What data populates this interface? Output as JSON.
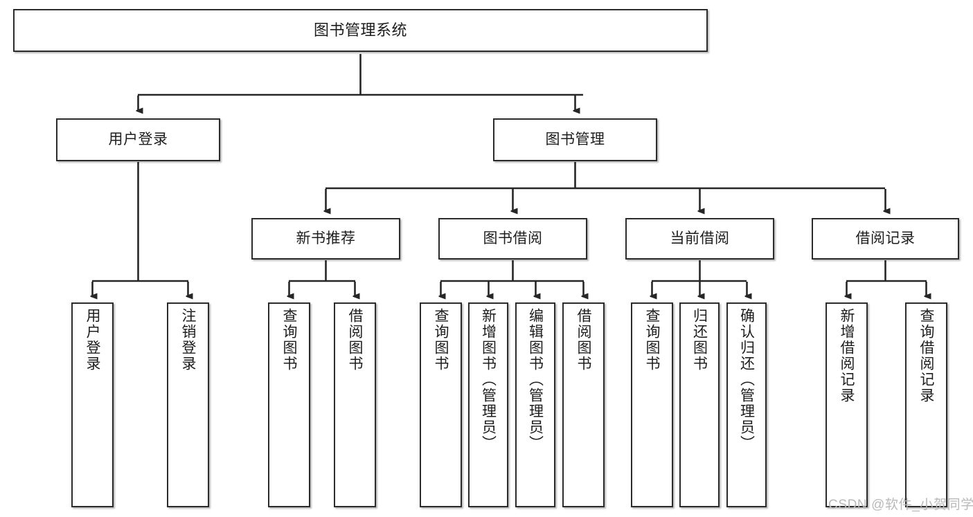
{
  "diagram": {
    "title": "图书管理系统",
    "type": "hierarchy-tree",
    "watermark": "CSDN @软件_小贺同学",
    "colors": {
      "box_border": "#2b2b2b",
      "box_fill": "#ffffff",
      "connector": "#262626",
      "text": "#1d1d1d",
      "watermark": "#b9b9b9"
    },
    "nodes": {
      "root": {
        "label": "图书管理系统"
      },
      "level1": [
        {
          "id": "user-login",
          "label": "用户登录"
        },
        {
          "id": "book-manage",
          "label": "图书管理"
        }
      ],
      "level2": [
        {
          "id": "new-book-rec",
          "label": "新书推荐"
        },
        {
          "id": "book-borrow",
          "label": "图书借阅"
        },
        {
          "id": "current-borrow",
          "label": "当前借阅"
        },
        {
          "id": "borrow-record",
          "label": "借阅记录"
        }
      ],
      "leaves": {
        "user-login": [
          {
            "id": "leaf-user-login",
            "label": "用户登录"
          },
          {
            "id": "leaf-logout",
            "label": "注销登录"
          }
        ],
        "new-book-rec": [
          {
            "id": "leaf-query-book-1",
            "label": "查询图书"
          },
          {
            "id": "leaf-borrow-book-1",
            "label": "借阅图书"
          }
        ],
        "book-borrow": [
          {
            "id": "leaf-query-book-2",
            "label": "查询图书"
          },
          {
            "id": "leaf-add-book",
            "label": "新增图书（管理员）"
          },
          {
            "id": "leaf-edit-book",
            "label": "编辑图书（管理员）"
          },
          {
            "id": "leaf-borrow-book-2",
            "label": "借阅图书"
          }
        ],
        "current-borrow": [
          {
            "id": "leaf-query-book-3",
            "label": "查询图书"
          },
          {
            "id": "leaf-return-book",
            "label": "归还图书"
          },
          {
            "id": "leaf-confirm-return",
            "label": "确认归还（管理员）"
          }
        ],
        "borrow-record": [
          {
            "id": "leaf-add-record",
            "label": "新增借阅记录"
          },
          {
            "id": "leaf-query-record",
            "label": "查询借阅记录"
          }
        ]
      }
    }
  }
}
